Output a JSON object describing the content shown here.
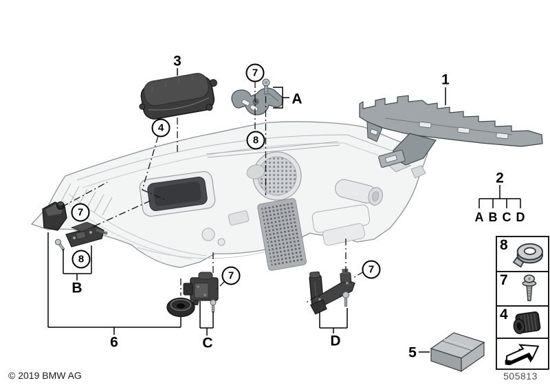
{
  "document": {
    "copyright": "© 2019 BMW AG",
    "diagram_number": "505813"
  },
  "callouts": {
    "1": "1",
    "2": "2",
    "3": "3",
    "4": "4",
    "5": "5",
    "6": "6",
    "7": "7",
    "8": "8",
    "A": "A",
    "B": "B",
    "C": "C",
    "D": "D"
  },
  "legend": {
    "parent_label": "2",
    "child_labels": [
      "A",
      "B",
      "C",
      "D"
    ]
  },
  "sidebar": {
    "items": [
      {
        "label": "8",
        "icon": "grommet-nut-icon"
      },
      {
        "label": "7",
        "icon": "screw-icon"
      },
      {
        "label": "4",
        "icon": "adjuster-bushing-icon"
      },
      {
        "label": "",
        "icon": "turn-arrow-icon"
      }
    ]
  },
  "colors": {
    "background": "#ffffff",
    "line_art_gray": "#9aa0a3",
    "dark_part": "#3d3d3d",
    "label_black": "#000000"
  }
}
